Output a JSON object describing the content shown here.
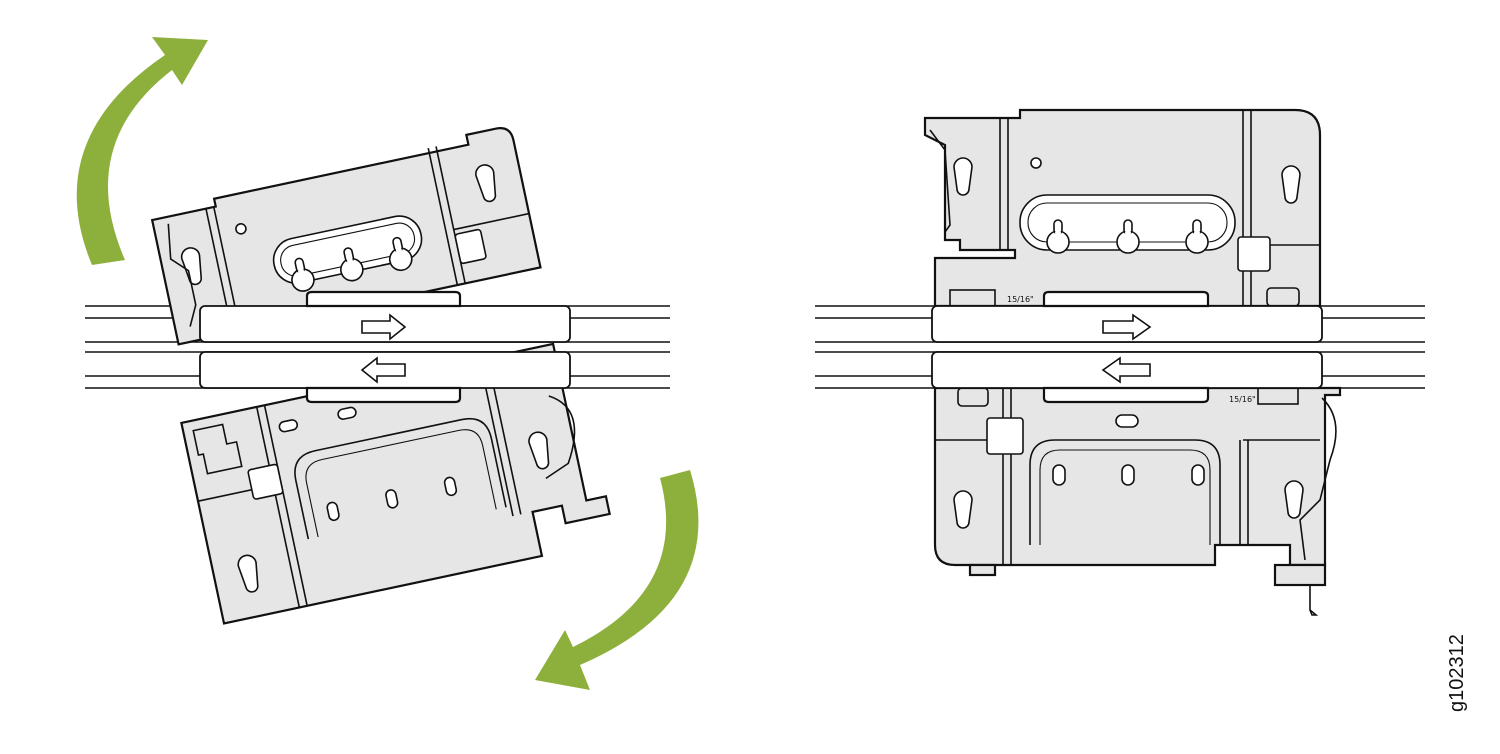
{
  "figure": {
    "id_label": "g102312",
    "clip_size_label": "15/16\"",
    "arrow_color": "#8db03c",
    "plate_fill": "#e6e6e6",
    "panels": [
      {
        "name": "rotate-onto-rail",
        "rotation_direction": "clockwise"
      },
      {
        "name": "seated-on-rail"
      }
    ],
    "rail_directions": {
      "upper_clip": "right",
      "lower_clip": "left"
    },
    "icons": [
      "curved-arrow-icon",
      "right-arrow-icon",
      "left-arrow-icon"
    ]
  }
}
